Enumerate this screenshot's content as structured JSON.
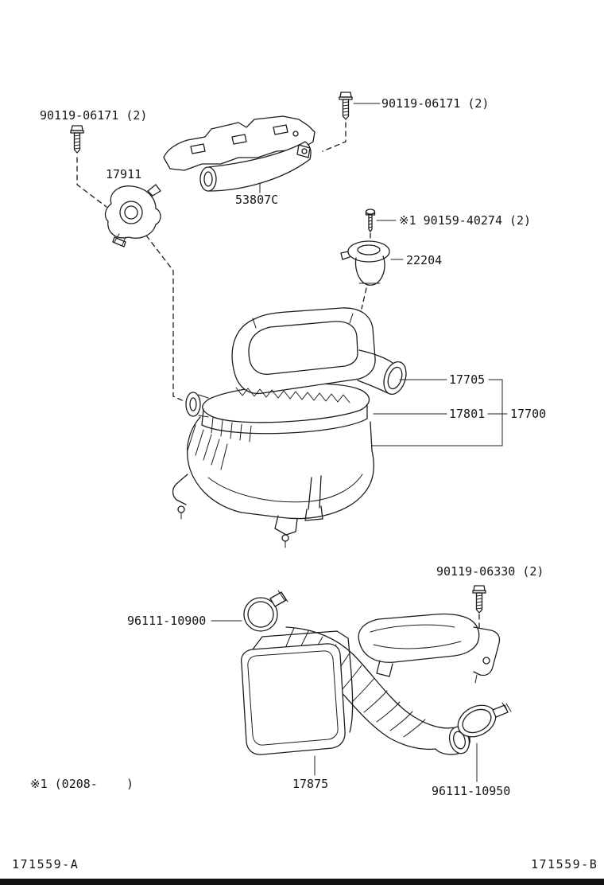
{
  "page": {
    "footnote": "※1 (0208-    )",
    "code_left": "171559-A",
    "code_right": "171559-B"
  },
  "labels": {
    "bolt_top_left": "90119-06171 (2)",
    "bolt_top_right": "90119-06171 (2)",
    "part_17911": "17911",
    "part_53807c": "53807C",
    "screw_90159": "※1 90159-40274 (2)",
    "part_22204": "22204",
    "part_17705": "17705",
    "part_17801": "17801",
    "part_17700": "17700",
    "bolt_90119_06330": "90119-06330 (2)",
    "clamp_96111_10900": "96111-10900",
    "part_17875": "17875",
    "clamp_96111_10950": "96111-10950"
  },
  "colors": {
    "line": "#1c1c1c",
    "background": "#ffffff",
    "footer_bar": "#111111"
  }
}
